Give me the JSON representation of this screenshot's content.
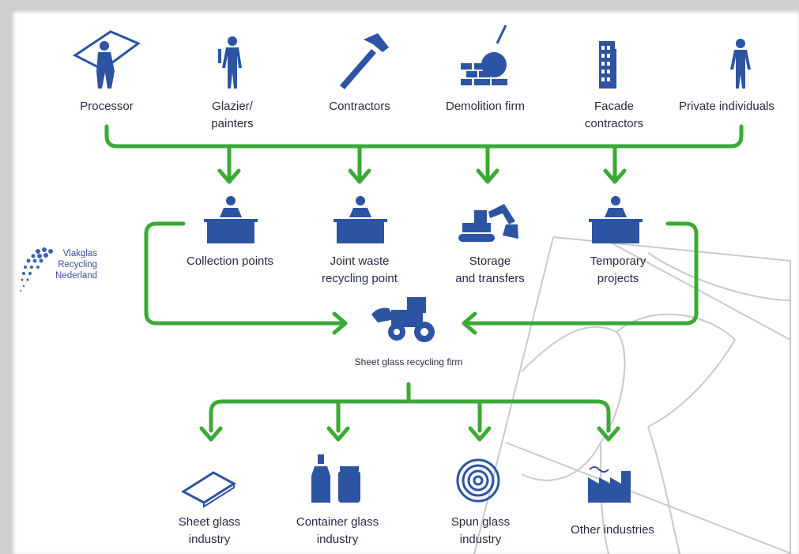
{
  "logo": {
    "text": "Vlakglas\nRecycling\nNederland"
  },
  "sources": [
    {
      "label": "Processor",
      "icon": "glass-pane-carrier-icon"
    },
    {
      "label": "Glazier/\npainters",
      "icon": "glazier-person-icon"
    },
    {
      "label": "Contractors",
      "icon": "hammer-icon"
    },
    {
      "label": "Demolition firm",
      "icon": "wrecking-ball-icon"
    },
    {
      "label": "Facade\ncontractors",
      "icon": "building-icon"
    },
    {
      "label": "Private individuals",
      "icon": "person-icon"
    }
  ],
  "collection": [
    {
      "label": "Collection points",
      "icon": "worker-container-icon"
    },
    {
      "label": "Joint waste\nrecycling point",
      "icon": "worker-container-icon"
    },
    {
      "label": "Storage\nand transfers",
      "icon": "excavator-icon"
    },
    {
      "label": "Temporary\nprojects",
      "icon": "worker-container-icon"
    }
  ],
  "processor": {
    "label": "Sheet glass recycling firm",
    "icon": "wheel-loader-icon"
  },
  "outlets": [
    {
      "label": "Sheet glass\nindustry",
      "icon": "glass-sheet-icon"
    },
    {
      "label": "Container glass\nindustry",
      "icon": "bottle-jar-icon"
    },
    {
      "label": "Spun glass\nindustry",
      "icon": "spiral-coil-icon"
    },
    {
      "label": "Other industries",
      "icon": "factory-icon"
    }
  ],
  "colors": {
    "arrow": "#3aaa35",
    "icon": "#2c54a3",
    "text": "#1f2a44",
    "sketch": "#c9c9c9"
  }
}
